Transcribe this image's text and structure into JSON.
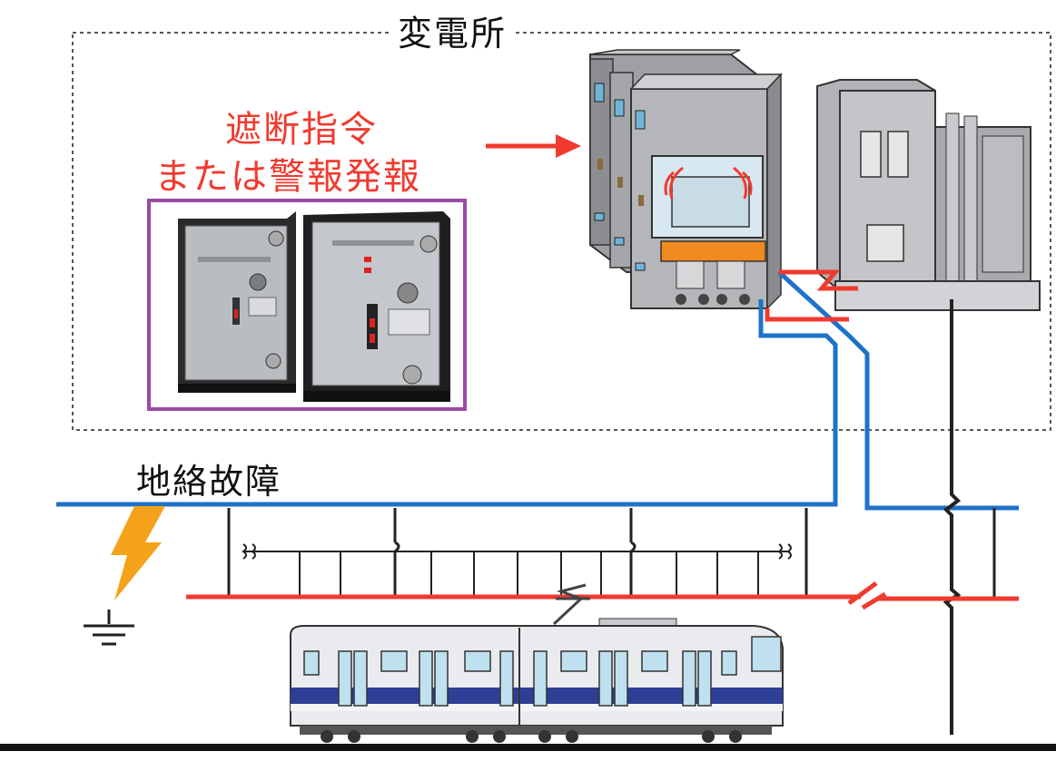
{
  "labels": {
    "substation": "変電所",
    "command_line1": "遮断指令",
    "command_line2": "または警報発報",
    "ground_fault": "地絡故障"
  },
  "colors": {
    "red": "#f03a2f",
    "blue": "#1e73c8",
    "frame": "#9b4aa3",
    "lightning": "#f5a21b"
  }
}
